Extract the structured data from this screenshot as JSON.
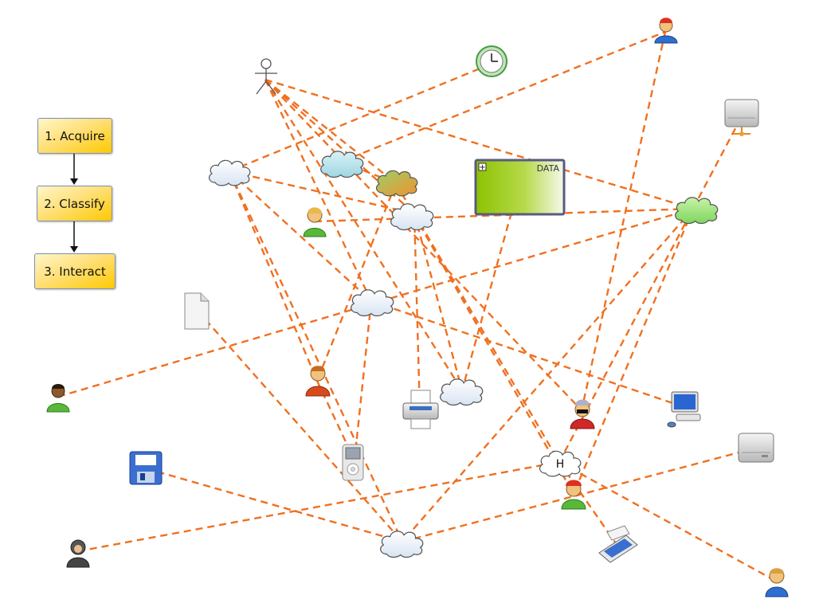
{
  "process": {
    "steps": [
      {
        "label": "1. Acquire"
      },
      {
        "label": "2. Classify"
      },
      {
        "label": "3. Interact"
      }
    ]
  },
  "data_group": {
    "label": "DATA",
    "expand_symbol": "+"
  },
  "hub_cloud": {
    "label": "H"
  },
  "edge_color": "#f07020",
  "palette": {
    "cloud_plain": "#e6eef8",
    "cloud_cyan": "#b8e0ec",
    "cloud_orange": "#e8a040",
    "cloud_green": "#9ee080",
    "data_green": "#8dc400",
    "step_fill": "#ffd24a"
  },
  "node_icons": [
    "stick-figure-actor-icon",
    "clock-icon",
    "person-red-cap-icon",
    "server-icon",
    "cloud-icon",
    "cloud-cyan-icon",
    "cloud-orange-icon",
    "cloud-icon",
    "cloud-green-icon",
    "person-green-icon",
    "document-icon",
    "cloud-icon",
    "person-orange-icon",
    "person-dark-green-icon",
    "printer-icon",
    "cloud-icon",
    "computer-monitor-icon",
    "person-masked-icon",
    "floppy-disk-icon",
    "ipod-icon",
    "hub-cloud-icon",
    "person-helmet-icon",
    "hard-drive-icon",
    "person-hooded-icon",
    "cloud-icon",
    "scanner-icon",
    "person-blue-icon"
  ]
}
